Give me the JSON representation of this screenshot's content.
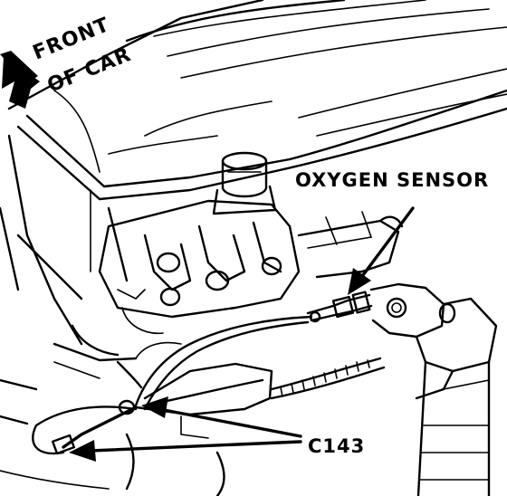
{
  "labels": {
    "front_line1": "FRONT",
    "front_line2": "OF CAR",
    "oxygen_sensor": "OXYGEN SENSOR",
    "connector": "C143"
  },
  "colors": {
    "ink": "#000000",
    "paper": "#ffffff"
  },
  "icons": {
    "direction": "front-arrow-icon"
  }
}
